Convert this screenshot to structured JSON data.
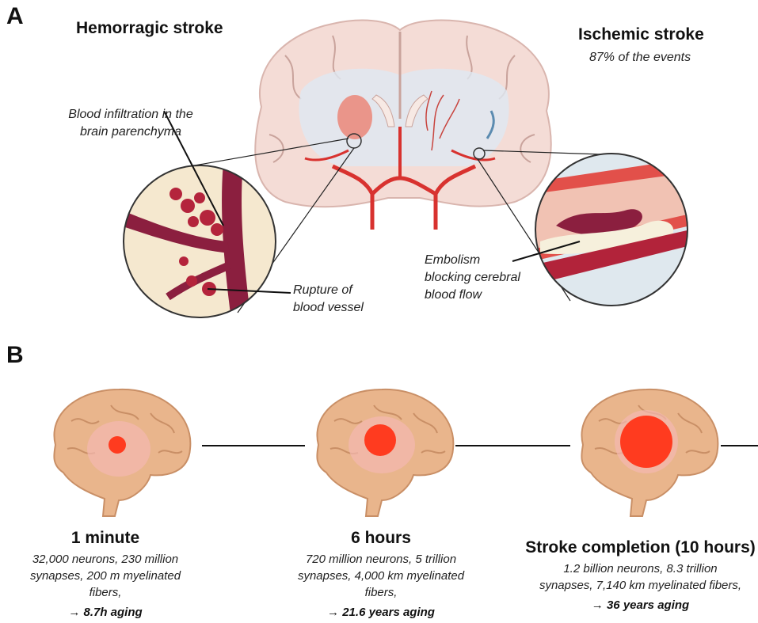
{
  "panel_a": {
    "letter": "A",
    "left_title": "Hemorragic stroke",
    "right_title": "Ischemic stroke",
    "right_subtitle": "87% of the events",
    "label_infiltration": [
      "Blood infiltration in the",
      "brain parenchyma"
    ],
    "label_rupture": [
      "Rupture of",
      "blood vessel"
    ],
    "label_embolism": [
      "Embolism",
      "blocking cerebral",
      "blood flow"
    ]
  },
  "panel_b": {
    "letter": "B",
    "stages": [
      {
        "title": "1 minute",
        "desc": [
          "32,000 neurons, 230 million",
          "synapses, 200 m myelinated",
          "fibers,"
        ],
        "aging": "→ 8.7h aging",
        "lesion_size": "small"
      },
      {
        "title": "6 hours",
        "desc": [
          "720 million neurons, 5 trillion",
          "synapses, 4,000 km myelinated",
          "fibers,"
        ],
        "aging": "→ 21.6 years aging",
        "lesion_size": "medium"
      },
      {
        "title": "Stroke completion (10 hours)",
        "desc": [
          "1.2 billion neurons, 8.3 trillion",
          "synapses, 7,140 km myelinated fibers,"
        ],
        "aging": "→ 36 years aging",
        "lesion_size": "large"
      }
    ]
  },
  "colors": {
    "lesion": "#ff3b1f",
    "brain_tan": "#e9b58c",
    "vessel": "#8b1f3f",
    "artery": "#d8322f"
  }
}
